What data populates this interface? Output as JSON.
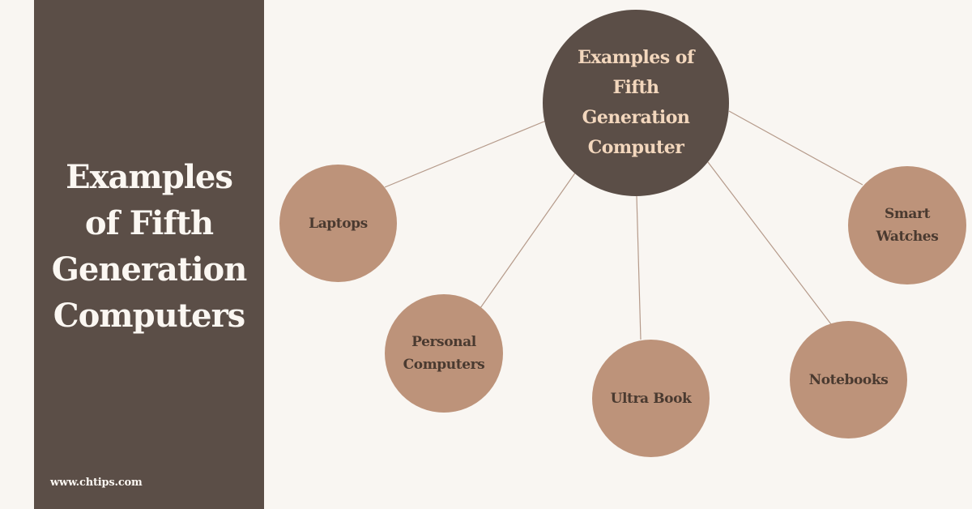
{
  "side_panel": {
    "title_lines": [
      "Examples",
      "of Fifth",
      "Generation",
      "Computers"
    ],
    "website": "www.chtips.com"
  },
  "center_node": {
    "label_lines": [
      "Examples of",
      "Fifth",
      "Generation",
      "Computer"
    ]
  },
  "items": [
    {
      "id": "laptops",
      "label_lines": [
        "Laptops"
      ]
    },
    {
      "id": "personal-computers",
      "label_lines": [
        "Personal",
        "Computers"
      ]
    },
    {
      "id": "ultra-book",
      "label_lines": [
        "Ultra Book"
      ]
    },
    {
      "id": "notebooks",
      "label_lines": [
        "Notebooks"
      ]
    },
    {
      "id": "smart-watches",
      "label_lines": [
        "Smart",
        "Watches"
      ]
    }
  ],
  "colors": {
    "background": "#f9f6f2",
    "panel": "#5b4e47",
    "center_circle": "#5b4e47",
    "center_text": "#f3d7bd",
    "item_circle": "#bd937a",
    "item_text": "#4a3a30",
    "connector": "#b59a8a"
  }
}
